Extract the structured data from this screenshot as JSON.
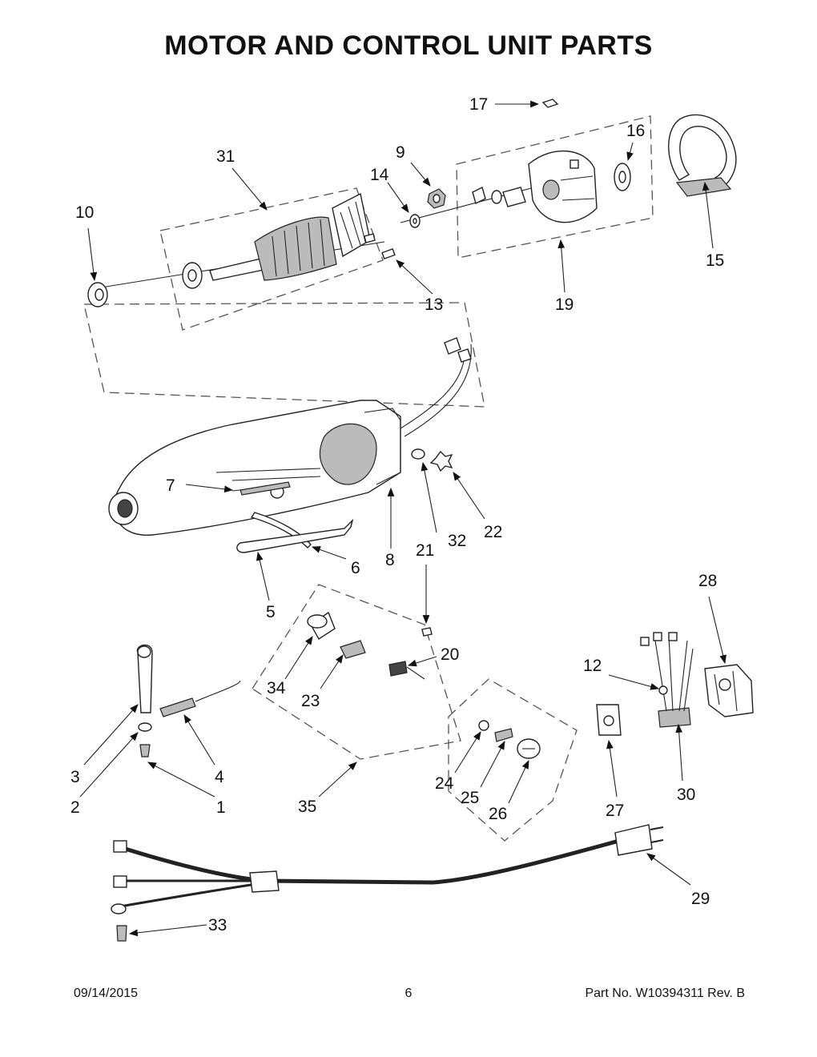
{
  "page": {
    "title": "MOTOR AND CONTROL UNIT PARTS",
    "date": "09/14/2015",
    "page_number": "6",
    "part_number": "Part No.  W10394311  Rev.  B"
  },
  "callouts": [
    "1",
    "2",
    "3",
    "4",
    "5",
    "6",
    "7",
    "8",
    "9",
    "10",
    "12",
    "13",
    "14",
    "15",
    "16",
    "17",
    "19",
    "20",
    "21",
    "22",
    "23",
    "24",
    "25",
    "26",
    "27",
    "28",
    "29",
    "30",
    "31",
    "32",
    "33",
    "34",
    "35"
  ]
}
